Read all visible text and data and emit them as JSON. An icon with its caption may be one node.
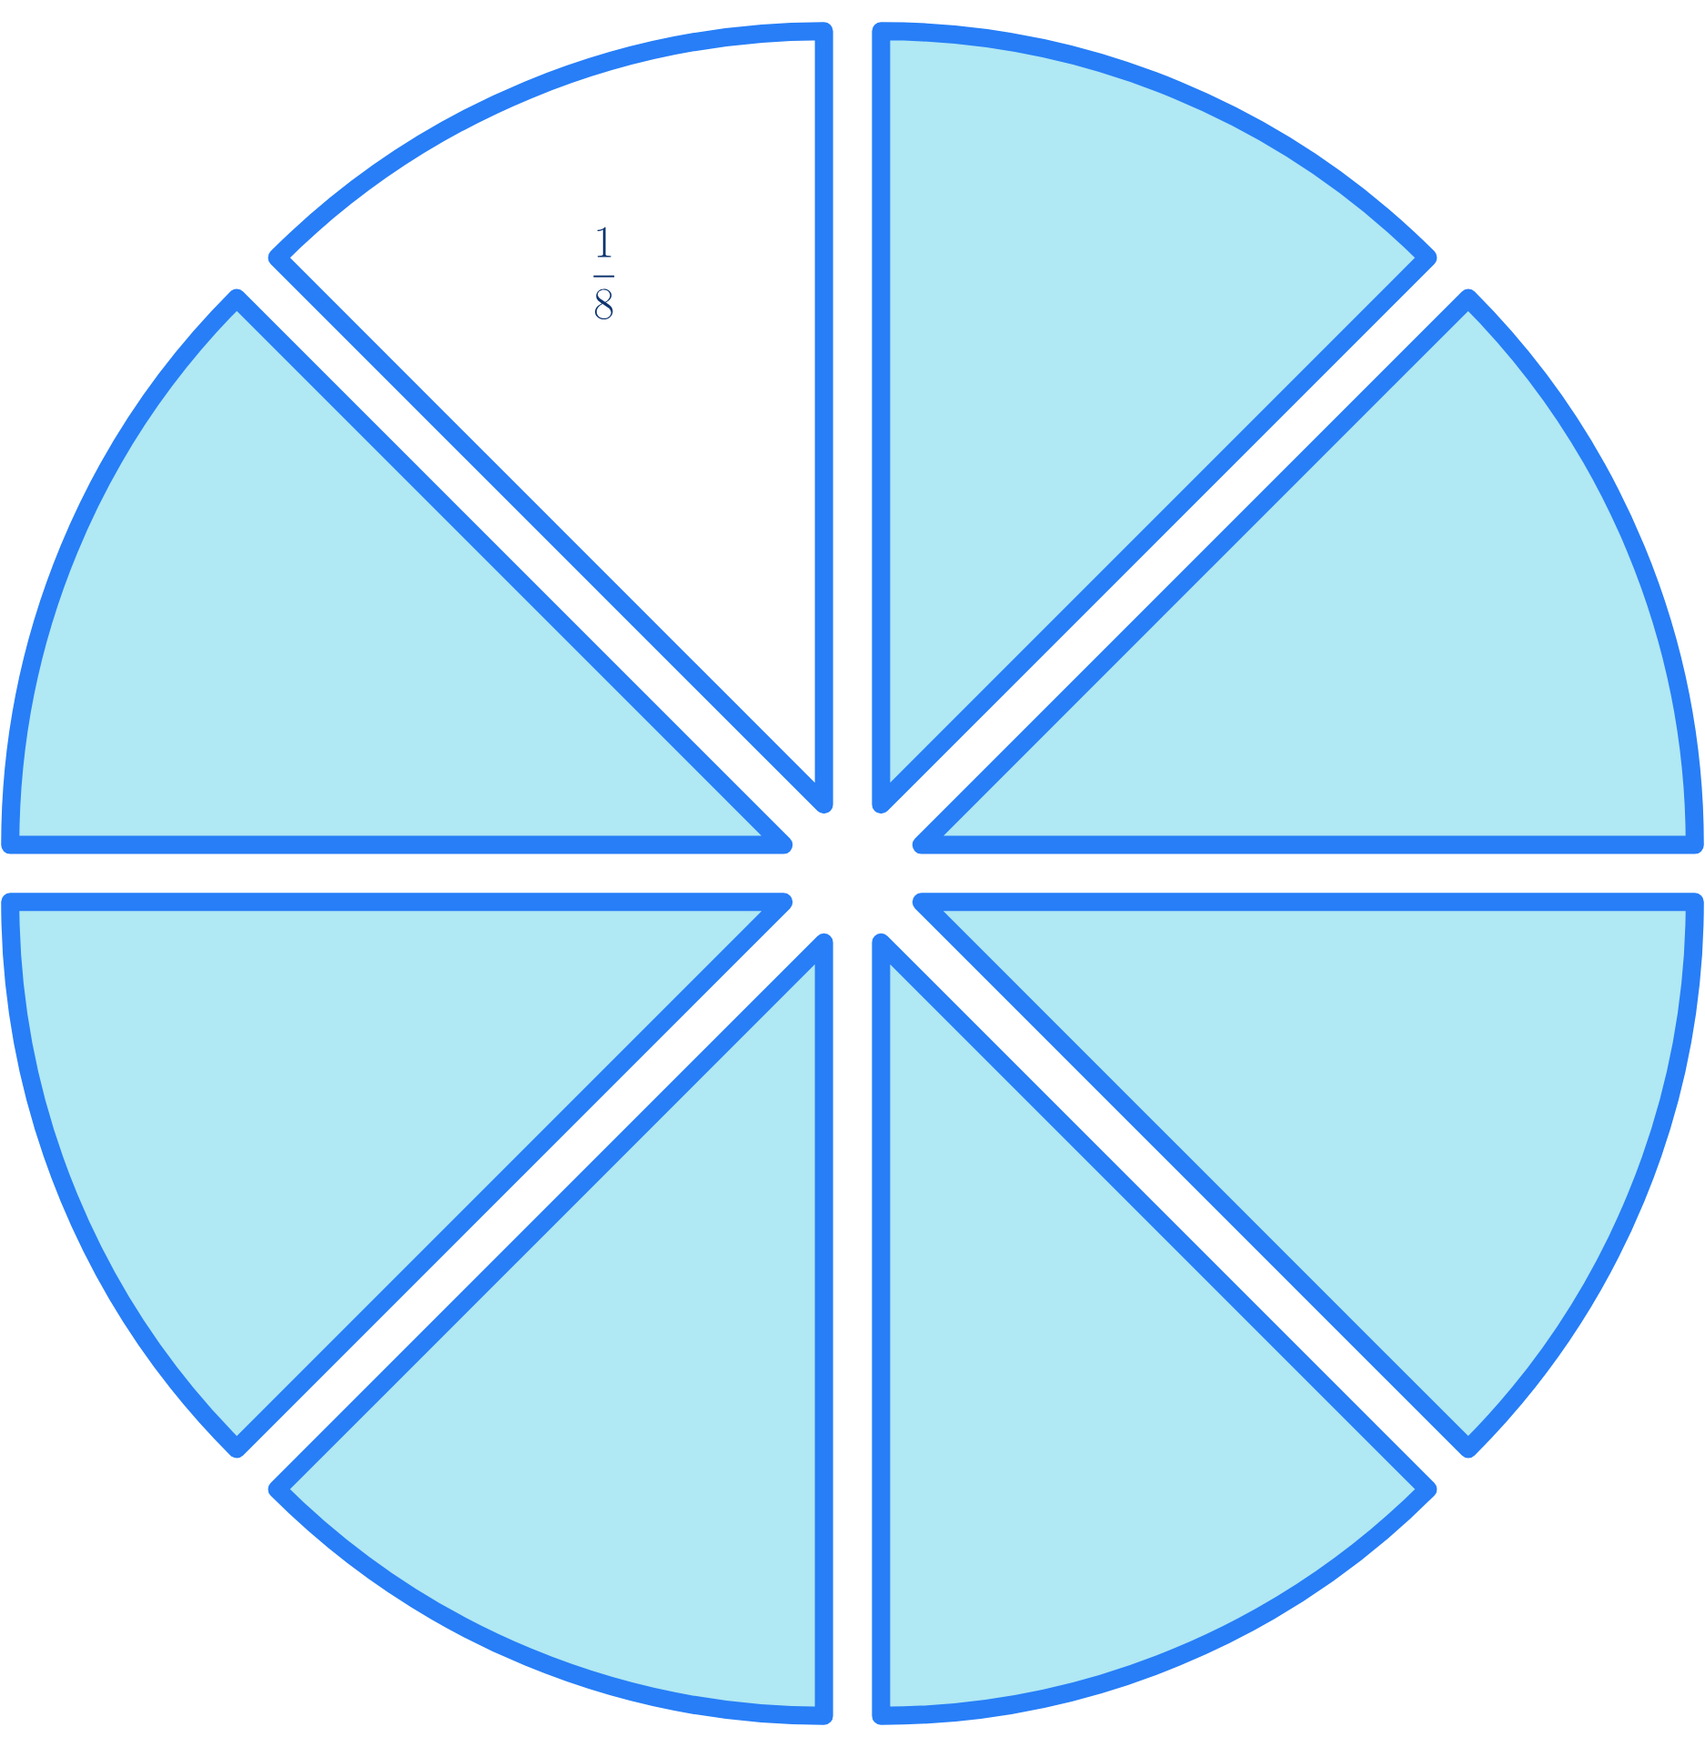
{
  "diagram": {
    "nodes": [
      {
        "text": [
          "\\frac{1}{8}"
        ]
      },
      {
        "text": [],
        "shape": "wedge"
      },
      {
        "text": [],
        "shape": "wedge"
      },
      {
        "text": [],
        "shape": "wedge"
      },
      {
        "text": [],
        "shape": "wedge"
      },
      {
        "text": [],
        "shape": "wedge"
      },
      {
        "text": [],
        "shape": "wedge"
      },
      {
        "text": [],
        "shape": "wedge"
      }
    ]
  }
}
